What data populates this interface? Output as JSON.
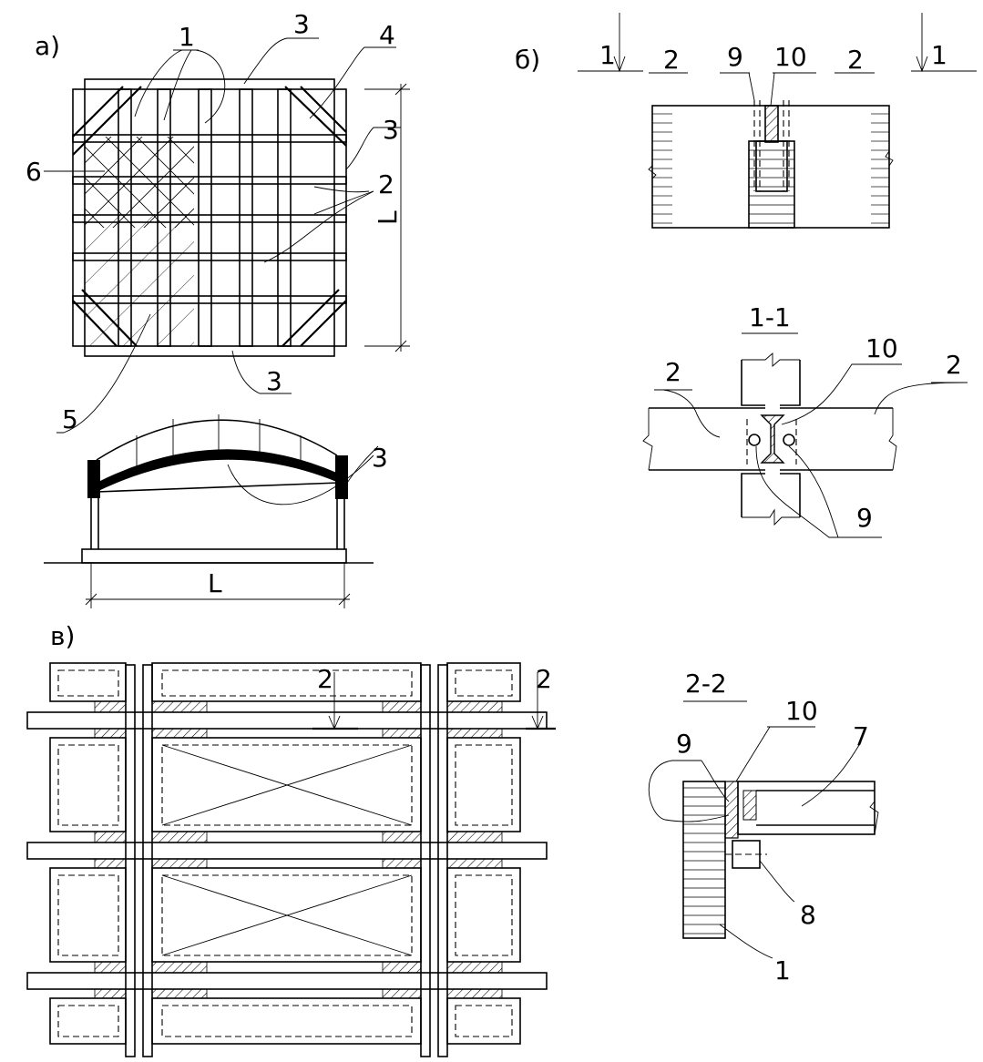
{
  "views": {
    "a": {
      "caption": "а)",
      "numbers": [
        "1",
        "2",
        "3",
        "3",
        "3",
        "4",
        "5",
        "6",
        "3"
      ],
      "span_label": "L",
      "side_span_label": "L"
    },
    "b": {
      "caption": "б)",
      "numbers": [
        "1",
        "1",
        "2",
        "2",
        "9",
        "10"
      ]
    },
    "section_1_1": {
      "caption": "1-1",
      "numbers": [
        "2",
        "2",
        "10",
        "9"
      ]
    },
    "v": {
      "caption": "в)",
      "numbers": [
        "2",
        "2"
      ]
    },
    "section_2_2": {
      "caption": "2-2",
      "numbers": [
        "10",
        "9",
        "7",
        "8",
        "1"
      ]
    }
  }
}
